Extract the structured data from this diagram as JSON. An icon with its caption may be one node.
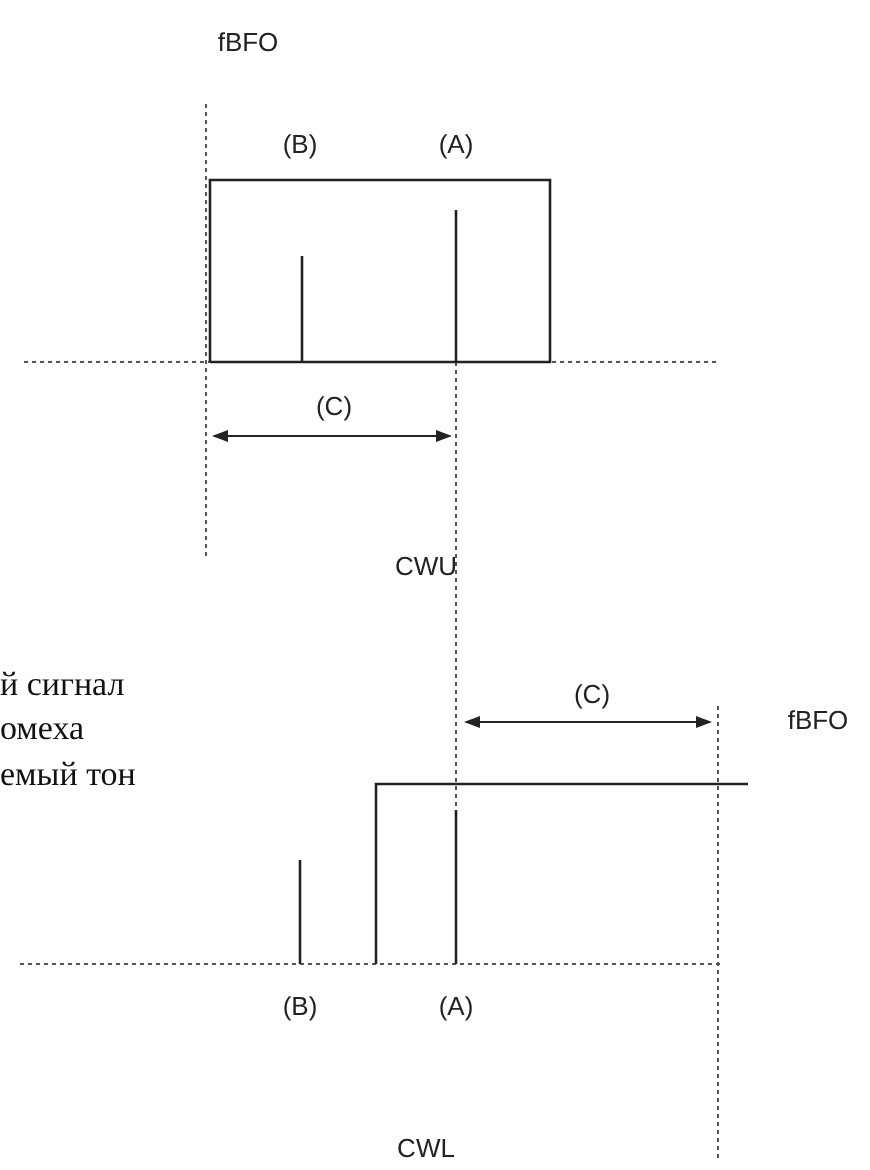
{
  "diagram": {
    "labels": [
      "fBFO",
      "(B)",
      "(A)",
      "(C)",
      "CWU",
      "й сигнал",
      "омеха",
      "(C)",
      "fBFO",
      "емый тон",
      "(B)",
      "(A)",
      "CWL"
    ]
  }
}
